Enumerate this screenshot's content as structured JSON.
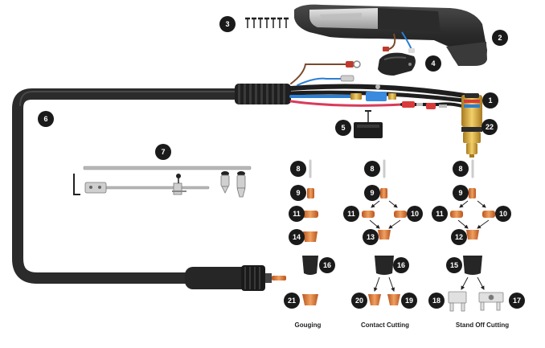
{
  "diagram": {
    "badges": {
      "b1": "1",
      "b2": "2",
      "b3": "3",
      "b4": "4",
      "b5": "5",
      "b6": "6",
      "b7": "7",
      "b22": "22",
      "g8": "8",
      "g9": "9",
      "g11": "11",
      "g14": "14",
      "g16": "16",
      "g21": "21",
      "c8": "8",
      "c9": "9",
      "c11": "11",
      "c10": "10",
      "c13": "13",
      "c16": "16",
      "c20": "20",
      "c19": "19",
      "s8": "8",
      "s9": "9",
      "s11": "11",
      "s10": "10",
      "s12": "12",
      "s15": "15",
      "s18": "18",
      "s17": "17"
    },
    "sections": {
      "gouging": "Gouging",
      "contact": "Contact Cutting",
      "standoff": "Stand Off Cutting"
    },
    "colors": {
      "badge": "#1a1a1a",
      "hose": "#2b2b2b",
      "copper": "#d9743a",
      "brass": "#c9a13a",
      "handle_grey": "#9a9a9a"
    }
  }
}
